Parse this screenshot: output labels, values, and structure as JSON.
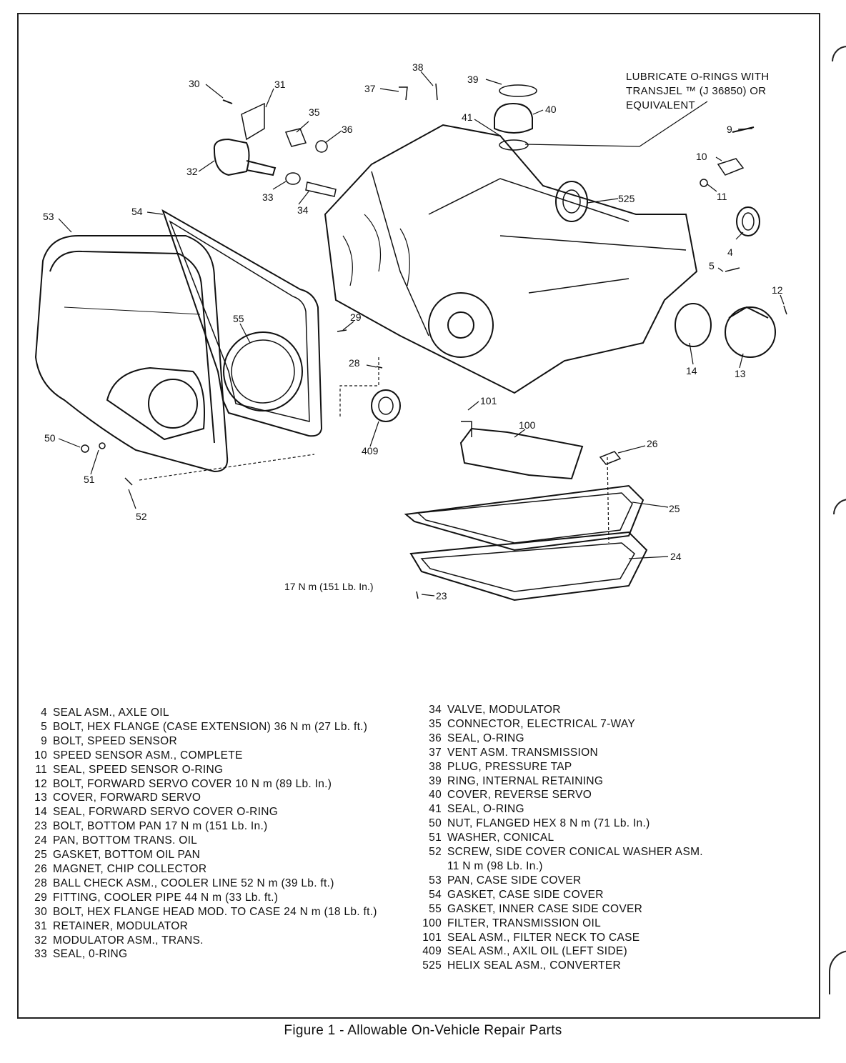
{
  "figure": {
    "caption": "Figure 1 - Allowable On-Vehicle Repair Parts",
    "note_lines": [
      "LUBRICATE O-RINGS WITH",
      "TRANSJEL ™ (J 36850) OR",
      "EQUIVALENT"
    ],
    "torque_callout": "17 N m (151 Lb. In.)"
  },
  "callouts": [
    "30",
    "31",
    "35",
    "36",
    "37",
    "38",
    "39",
    "40",
    "41",
    "9",
    "10",
    "11",
    "32",
    "33",
    "34",
    "525",
    "53",
    "54",
    "4",
    "5",
    "12",
    "55",
    "29",
    "28",
    "14",
    "13",
    "101",
    "100",
    "409",
    "26",
    "50",
    "51",
    "52",
    "25",
    "24",
    "23"
  ],
  "legend_left": [
    {
      "num": "4",
      "text": "SEAL ASM., AXLE OIL"
    },
    {
      "num": "5",
      "text": "BOLT, HEX FLANGE (CASE EXTENSION) 36 N m (27 Lb. ft.)"
    },
    {
      "num": "9",
      "text": "BOLT, SPEED SENSOR"
    },
    {
      "num": "10",
      "text": "SPEED SENSOR ASM., COMPLETE"
    },
    {
      "num": "11",
      "text": "SEAL, SPEED SENSOR O-RING"
    },
    {
      "num": "12",
      "text": "BOLT, FORWARD SERVO COVER 10 N m (89 Lb. In.)"
    },
    {
      "num": "13",
      "text": "COVER, FORWARD SERVO"
    },
    {
      "num": "14",
      "text": "SEAL, FORWARD SERVO COVER O-RING"
    },
    {
      "num": "23",
      "text": "BOLT, BOTTOM PAN 17 N m (151 Lb. In.)"
    },
    {
      "num": "24",
      "text": "PAN, BOTTOM TRANS. OIL"
    },
    {
      "num": "25",
      "text": "GASKET, BOTTOM OIL PAN"
    },
    {
      "num": "26",
      "text": "MAGNET, CHIP COLLECTOR"
    },
    {
      "num": "28",
      "text": "BALL CHECK ASM., COOLER LINE 52 N m (39 Lb. ft.)"
    },
    {
      "num": "29",
      "text": "FITTING, COOLER PIPE 44 N m (33 Lb. ft.)"
    },
    {
      "num": "30",
      "text": "BOLT, HEX FLANGE HEAD MOD. TO CASE 24 N m (18 Lb. ft.)"
    },
    {
      "num": "31",
      "text": "RETAINER, MODULATOR"
    },
    {
      "num": "32",
      "text": "MODULATOR ASM., TRANS."
    },
    {
      "num": "33",
      "text": "SEAL, 0-RING"
    }
  ],
  "legend_right": [
    {
      "num": "34",
      "text": "VALVE, MODULATOR"
    },
    {
      "num": "35",
      "text": "CONNECTOR, ELECTRICAL 7-WAY"
    },
    {
      "num": "36",
      "text": "SEAL, O-RING"
    },
    {
      "num": "37",
      "text": "VENT ASM. TRANSMISSION"
    },
    {
      "num": "38",
      "text": "PLUG, PRESSURE TAP"
    },
    {
      "num": "39",
      "text": "RING, INTERNAL RETAINING"
    },
    {
      "num": "40",
      "text": "COVER, REVERSE SERVO"
    },
    {
      "num": "41",
      "text": "SEAL, O-RING"
    },
    {
      "num": "50",
      "text": "NUT,  FLANGED HEX 8 N m (71 Lb. In.)"
    },
    {
      "num": "51",
      "text": "WASHER, CONICAL"
    },
    {
      "num": "52",
      "text": "SCREW, SIDE COVER CONICAL WASHER ASM."
    },
    {
      "num": "",
      "text": "11 N m (98 Lb. In.)"
    },
    {
      "num": "53",
      "text": "PAN, CASE SIDE COVER"
    },
    {
      "num": "54",
      "text": "GASKET, CASE SIDE COVER"
    },
    {
      "num": "55",
      "text": "GASKET, INNER CASE SIDE COVER"
    },
    {
      "num": "100",
      "text": "FILTER, TRANSMISSION OIL"
    },
    {
      "num": "101",
      "text": "SEAL ASM., FILTER NECK TO CASE"
    },
    {
      "num": "409",
      "text": "SEAL ASM., AXIL OIL (LEFT SIDE)"
    },
    {
      "num": "525",
      "text": "HELIX SEAL ASM., CONVERTER"
    }
  ]
}
